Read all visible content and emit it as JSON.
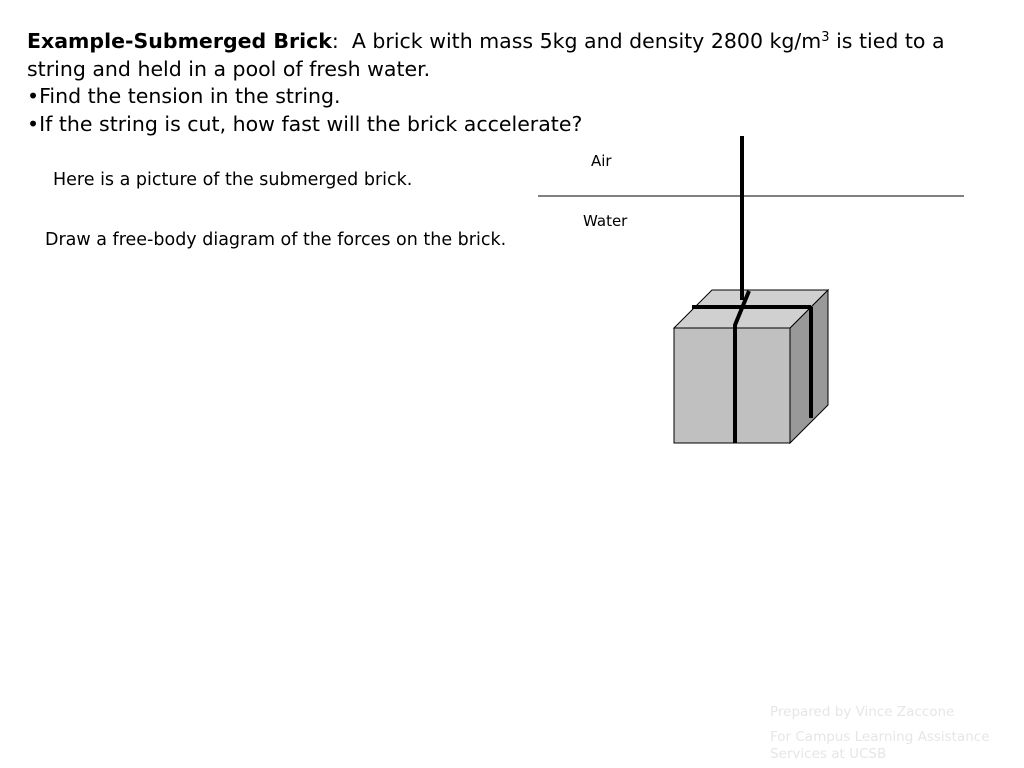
{
  "problem": {
    "label": "Example-Submerged Brick",
    "label_suffix": ":",
    "statement_before_exponent": "A brick with mass 5kg and density 2800 kg/m",
    "exponent": "3",
    "statement_after_exponent": " is tied to a string and held in a pool of fresh water.",
    "bullets": [
      "•Find the tension in the string.",
      "•If the string is cut, how fast will the brick accelerate?"
    ]
  },
  "notes": {
    "picture": "Here is a picture of the submerged brick.",
    "fbd": "Draw a free-body diagram of the forces on the brick."
  },
  "diagram": {
    "air_label": "Air",
    "water_label": "Water",
    "colors": {
      "brick_front": "#c0c0c0",
      "brick_top": "#d0d0d0",
      "brick_side": "#999999",
      "string": "#000000",
      "surface_line": "#000000"
    }
  },
  "credits": {
    "line1": "Prepared by Vince Zaccone",
    "line2": "For Campus Learning Assistance Services at UCSB"
  }
}
